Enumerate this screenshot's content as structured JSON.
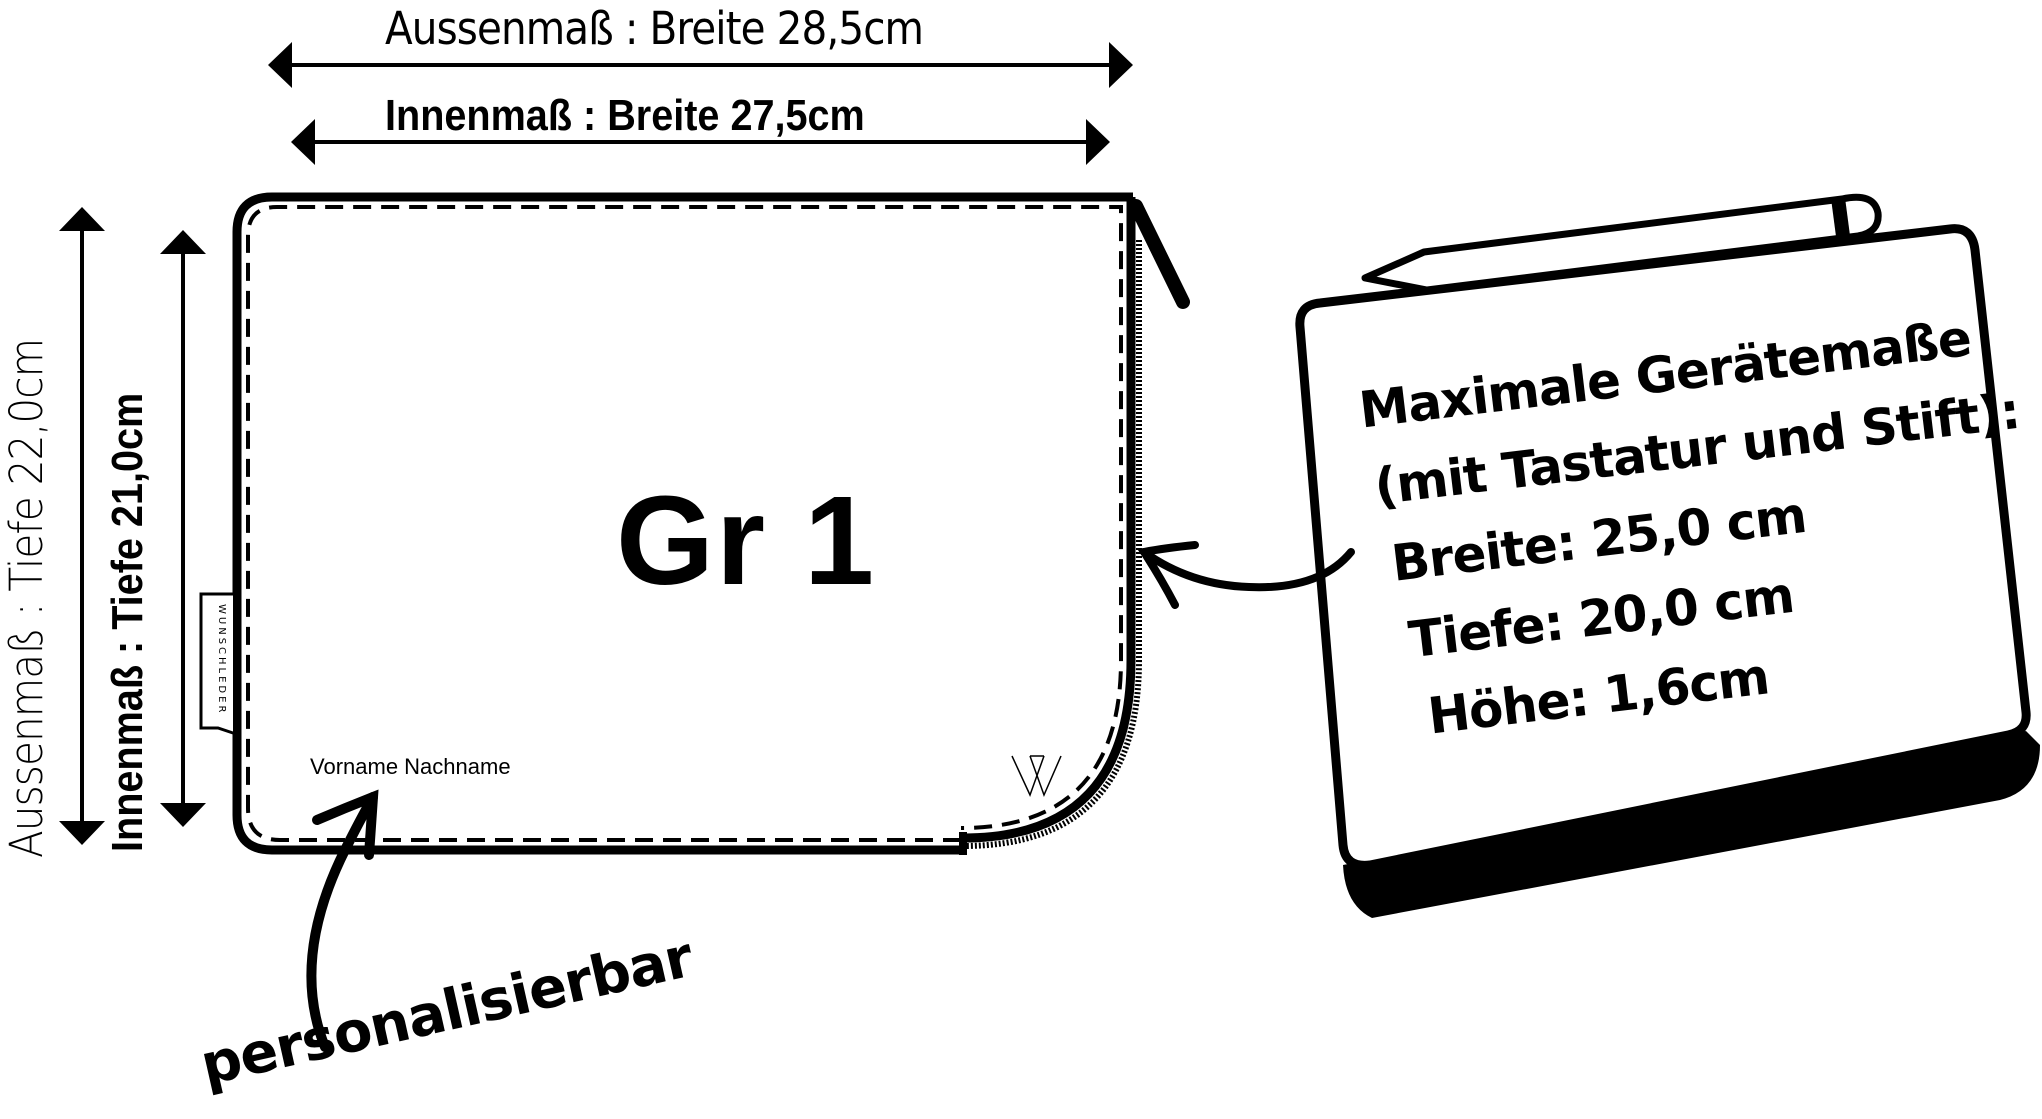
{
  "dimensions": {
    "outer_width": "Aussenmaß : Breite 28,5cm",
    "inner_width": "Innenmaß :   Breite 27,5cm",
    "outer_depth": "Aussenmaß : Tiefe 22,0cm",
    "inner_depth": "Innenmaß :   Tiefe 21,0cm"
  },
  "bag": {
    "size_title": "Gr 1",
    "name_placeholder": "Vorname Nachname",
    "brand_tag": "WUNSCHLEDER",
    "logo_icon": "w-monogram-icon",
    "personalize_label": "personalisierbar"
  },
  "device_spec": {
    "title": "Maximale  Gerätemaße",
    "subtitle": "(mit Tastatur und Stift):",
    "width": "Breite: 25,0 cm",
    "depth": "Tiefe: 20,0 cm",
    "height": "Höhe: 1,6cm"
  },
  "colors": {
    "stroke": "#000000",
    "background": "#ffffff"
  }
}
